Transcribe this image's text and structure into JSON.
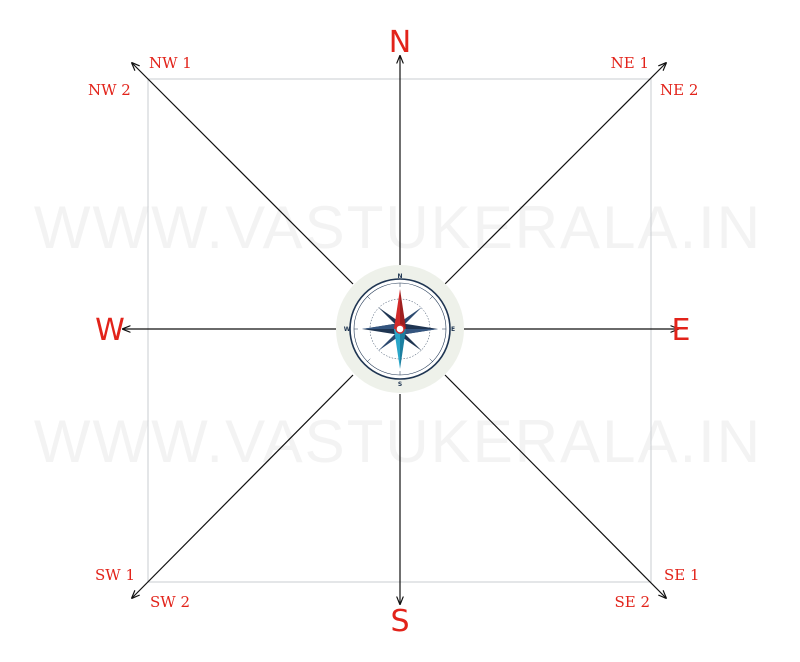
{
  "watermark": "WWW.VASTUKERALA.IN",
  "cardinals": {
    "north": "N",
    "south": "S",
    "east": "E",
    "west": "W"
  },
  "subdirections": {
    "nw1": "NW 1",
    "nw2": "NW 2",
    "ne1": "NE 1",
    "ne2": "NE 2",
    "sw1": "SW 1",
    "sw2": "SW 2",
    "se1": "SE 1",
    "se2": "SE 2"
  },
  "compass_letters": {
    "n": "N",
    "s": "S",
    "e": "E",
    "w": "W"
  },
  "colors": {
    "label_red": "#e2231a",
    "line": "#111111",
    "frame": "#c9ccd0",
    "rose_navy": "#1f3552",
    "rose_red": "#d22a2a",
    "rose_teal": "#2aa6c9"
  }
}
